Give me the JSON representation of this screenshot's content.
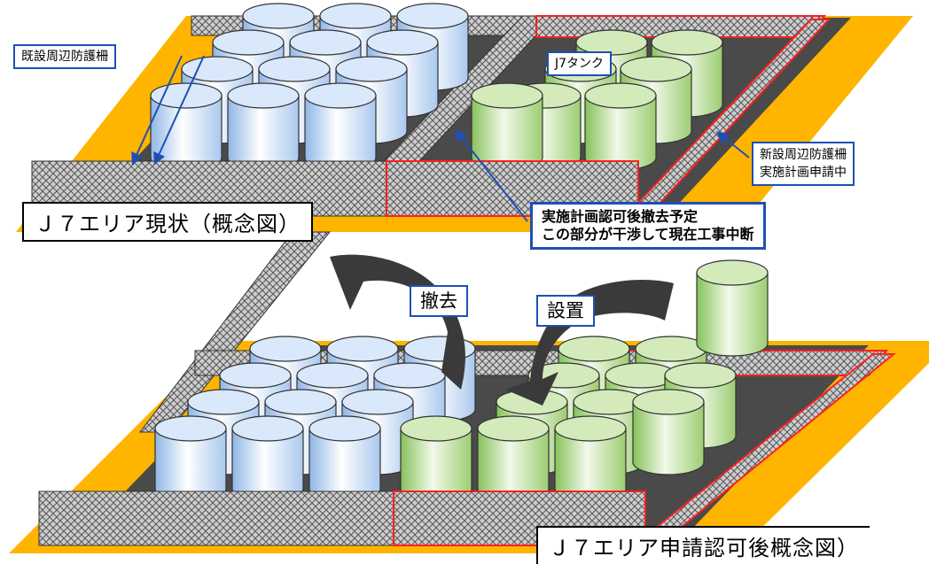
{
  "labels": {
    "existing_fence": "既設周辺防護柵",
    "j7_tank": "J7タンク",
    "new_fence_line1": "新設周辺防護柵",
    "new_fence_line2": "実施計画申請中",
    "removal_plan_line1": "実施計画認可後撤去予定",
    "removal_plan_line2": "この部分が干渉して現在工事中断",
    "remove": "撤去",
    "install": "設置"
  },
  "titles": {
    "current": "Ｊ７エリア現状（概念図）",
    "after_approval": "Ｊ７エリア申請認可後概念図）"
  },
  "colors": {
    "ground": "#ffb400",
    "fence_fill": "#c8c8c8",
    "new_fence_outline": "#ff2020",
    "blue_tank": "#bcd6f4",
    "green_tank": "#b4d98c",
    "label_border": "#1f4fb5",
    "connector": "#1f4fb5",
    "curved_arrow": "#3a3a3a"
  }
}
